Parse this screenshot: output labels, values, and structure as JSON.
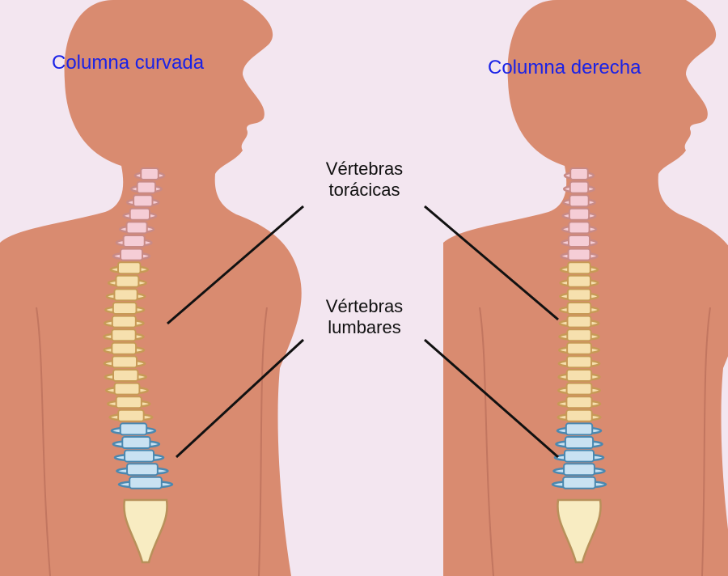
{
  "titles": {
    "left": "Columna curvada",
    "right": "Columna derecha"
  },
  "labels": {
    "thoracic_line1": "Vértebras",
    "thoracic_line2": "torácicas",
    "lumbar_line1": "Vértebras",
    "lumbar_line2": "lumbares"
  },
  "colors": {
    "background": "#f3e6f0",
    "body": "#d98b70",
    "title_text": "#1a22e6",
    "cervical": "#f5cdd6",
    "thoracic": "#f6e0ae",
    "lumbar": "#c9e2f2",
    "sacrum": "#f8ecc2"
  }
}
